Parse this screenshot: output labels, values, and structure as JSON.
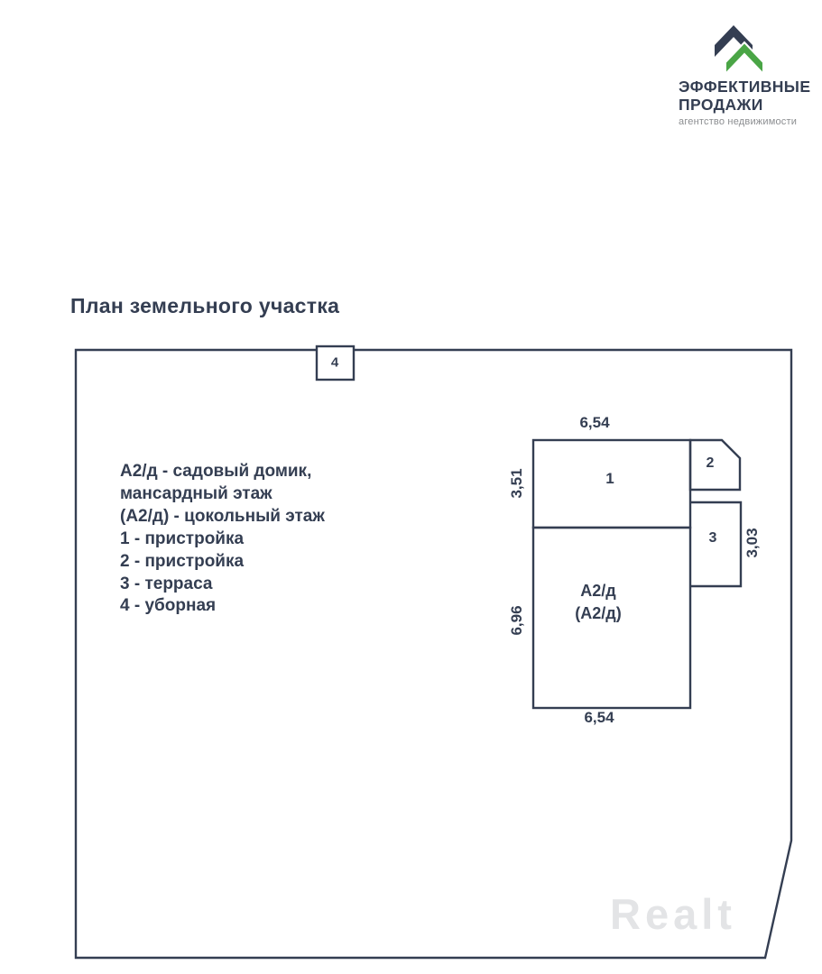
{
  "logo": {
    "line1": "ЭФФЕКТИВНЫЕ",
    "line2": "ПРОДАЖИ",
    "subtitle": "агентство недвижимости"
  },
  "title": "План земельного участка",
  "legend": {
    "lines": [
      "А2/д - садовый домик,",
      "мансардный этаж",
      "(А2/д) - цокольный этаж",
      "1 - пристройка",
      "2 - пристройка",
      "3 - терраса",
      "4 - уборная"
    ]
  },
  "plan": {
    "outhouse_label": "4",
    "rooms": {
      "room1": "1",
      "room2": "2",
      "room3": "3",
      "house_line1": "А2/д",
      "house_line2": "(А2/д)"
    },
    "dimensions": {
      "house_width_top": "6,54",
      "room1_height": "3,51",
      "house_height": "6,96",
      "terrace_height": "3,03",
      "house_width_bottom": "6,54"
    }
  },
  "watermark": "Realt",
  "colors": {
    "primary": "#343e52",
    "logo_green": "#4aa546",
    "subtitle_gray": "#8b8d90",
    "watermark_gray": "#e3e4e6"
  }
}
